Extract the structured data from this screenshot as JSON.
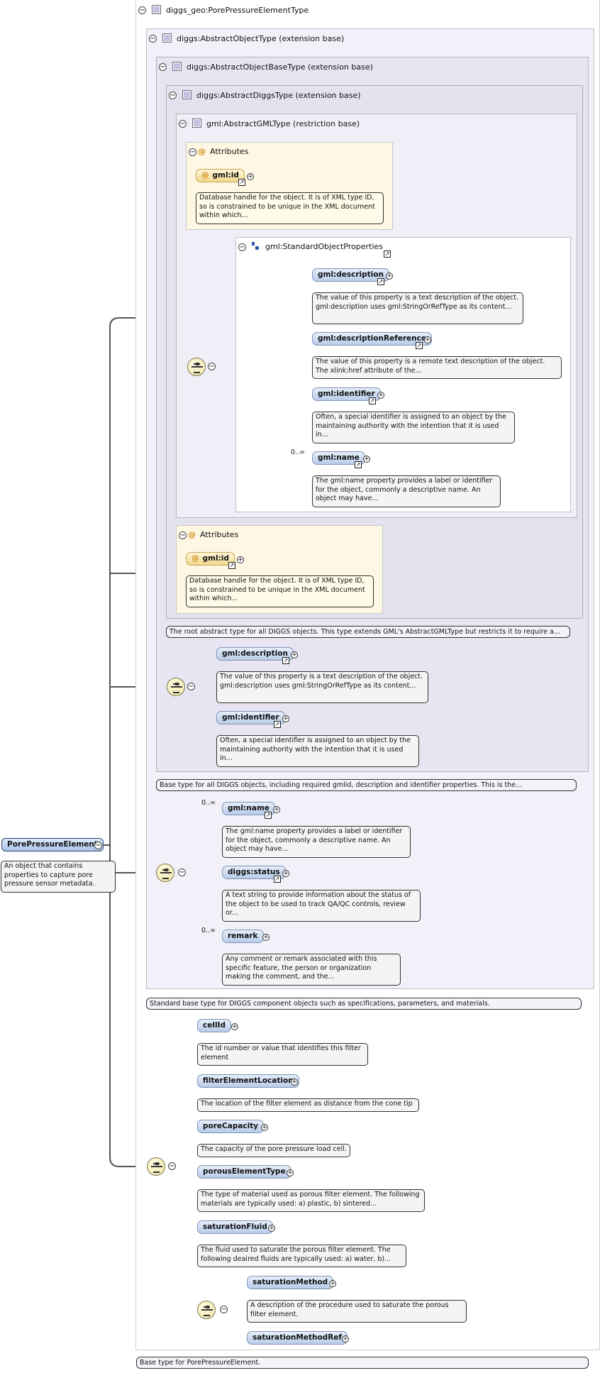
{
  "root": {
    "name": "PorePressureElement",
    "doc": "An object that contains properties to capture pore pressure sensor metadata."
  },
  "types": {
    "pore": {
      "name": "diggs_geo:PorePressureElementType",
      "doc": "Base type for PorePressureElement."
    },
    "abstract_object": {
      "name": "diggs:AbstractObjectType (extension base)",
      "doc": "Standard base type for DIGGS component objects such as specifications, parameters, and materials."
    },
    "abstract_object_base": {
      "name": "diggs:AbstractObjectBaseType (extension base)",
      "doc": "Base type for all DIGGS objects, including required gmlid, description and identifier properties. This is the..."
    },
    "abstract_diggs": {
      "name": "diggs:AbstractDiggsType (extension base)",
      "doc": "The root abstract type for all DIGGS objects. This type extends GML's AbstractGMLType but restricts it to require a..."
    },
    "abstract_gml": {
      "name": "gml:AbstractGMLType (restriction base)"
    }
  },
  "attributes": {
    "label": "Attributes",
    "gml_id": "gml:id",
    "gml_id_doc": "Database handle for the object. It is of XML type ID, so is constrained to be unique in the XML document within which..."
  },
  "standard_object_properties": {
    "name": "gml:StandardObjectProperties",
    "items": [
      {
        "name": "gml:description",
        "doc": "The value of this property is a text description of the object. gml:description uses gml:StringOrRefType as its content..."
      },
      {
        "name": "gml:descriptionReference",
        "doc": "The value of this property is a remote text description of the object. The xlink:href attribute of the..."
      },
      {
        "name": "gml:identifier",
        "doc": "Often, a special identifier is assigned to an object by the maintaining authority with the intention that it is used in..."
      },
      {
        "name": "gml:name",
        "doc": "The gml:name property provides a label or identifier for the object, commonly a descriptive name. An object may have...",
        "occurs": "0..∞"
      }
    ]
  },
  "diggs_seq": [
    {
      "name": "gml:description",
      "doc": "The value of this property is a text description of the object. gml:description uses gml:StringOrRefType as its content..."
    },
    {
      "name": "gml:identifier",
      "doc": "Often, a special identifier is assigned to an object by the maintaining authority with the intention that it is used in..."
    }
  ],
  "base_seq": [
    {
      "name": "gml:name",
      "doc": "The gml:name property provides a label or identifier for the object, commonly a descriptive name. An object may have...",
      "occurs": "0..∞"
    },
    {
      "name": "diggs:status",
      "doc": "A text string to provide information about the status of the object to be used to track QA/QC controls, review or..."
    },
    {
      "name": "remark",
      "doc": "Any comment or remark associated with this specific feature, the person or organization making the comment, and the...",
      "occurs": "0..∞"
    }
  ],
  "pore_seq": [
    {
      "name": "cellId",
      "doc": "The id number or value that identifies this filter element"
    },
    {
      "name": "filterElementLocation",
      "doc": "The location of the filter element as distance from the cone tip"
    },
    {
      "name": "poreCapacity",
      "doc": "The capacity of the pore pressure load cell."
    },
    {
      "name": "porousElementType",
      "doc": "The type of material used as porous filter element. The following materials are typically used: a) plastic, b) sintered..."
    },
    {
      "name": "saturationFluid",
      "doc": "The fluid used to saturate the porous filter element. The following deaired fluids are typically used: a) water, b)..."
    }
  ],
  "choice": [
    {
      "name": "saturationMethod",
      "doc": "A description of the procedure used to saturate the porous filter element."
    },
    {
      "name": "saturationMethodRef"
    }
  ],
  "colors": {
    "pill": "#b8cce8",
    "root": "#a9c2ea",
    "attribute": "#f2d88f",
    "compositor": "#efe3a2"
  }
}
